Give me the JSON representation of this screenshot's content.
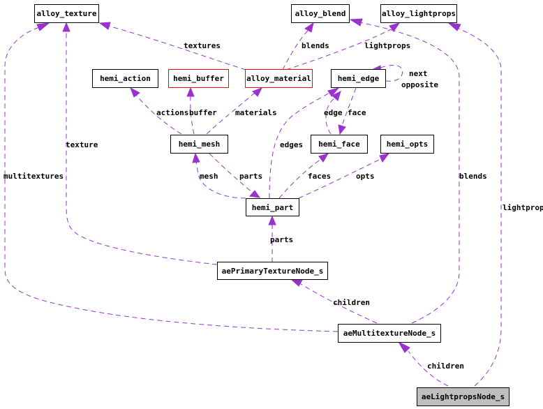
{
  "nodes": {
    "alloy_texture": "alloy_texture",
    "alloy_blend": "alloy_blend",
    "alloy_lightprops": "alloy_lightprops",
    "hemi_action": "hemi_action",
    "hemi_buffer": "hemi_buffer",
    "alloy_material": "alloy_material",
    "hemi_edge": "hemi_edge",
    "hemi_mesh": "hemi_mesh",
    "hemi_face": "hemi_face",
    "hemi_opts": "hemi_opts",
    "hemi_part": "hemi_part",
    "aePrimaryTextureNode_s": "aePrimaryTextureNode_s",
    "aeMultitextureNode_s": "aeMultitextureNode_s",
    "aeLightpropsNode_s": "aeLightpropsNode_s"
  },
  "edge_labels": {
    "textures": "textures",
    "blends": "blends",
    "lightprops_material": "lightprops",
    "next": "next",
    "opposite": "opposite",
    "actions": "actions",
    "buffer": "buffer",
    "materials": "materials",
    "edge": "edge",
    "face": "face",
    "texture": "texture",
    "edges": "edges",
    "multitextures": "multitextures",
    "blends_multi": "blends",
    "lightprops_root": "lightprops",
    "mesh": "mesh",
    "parts_mesh": "parts",
    "faces": "faces",
    "opts": "opts",
    "parts_primary": "parts",
    "children_primary": "children",
    "children_multi": "children"
  },
  "colors": {
    "edge": "#9a32cd",
    "root_fill": "#bfbfbf",
    "incomplete_border": "#ff0000"
  }
}
